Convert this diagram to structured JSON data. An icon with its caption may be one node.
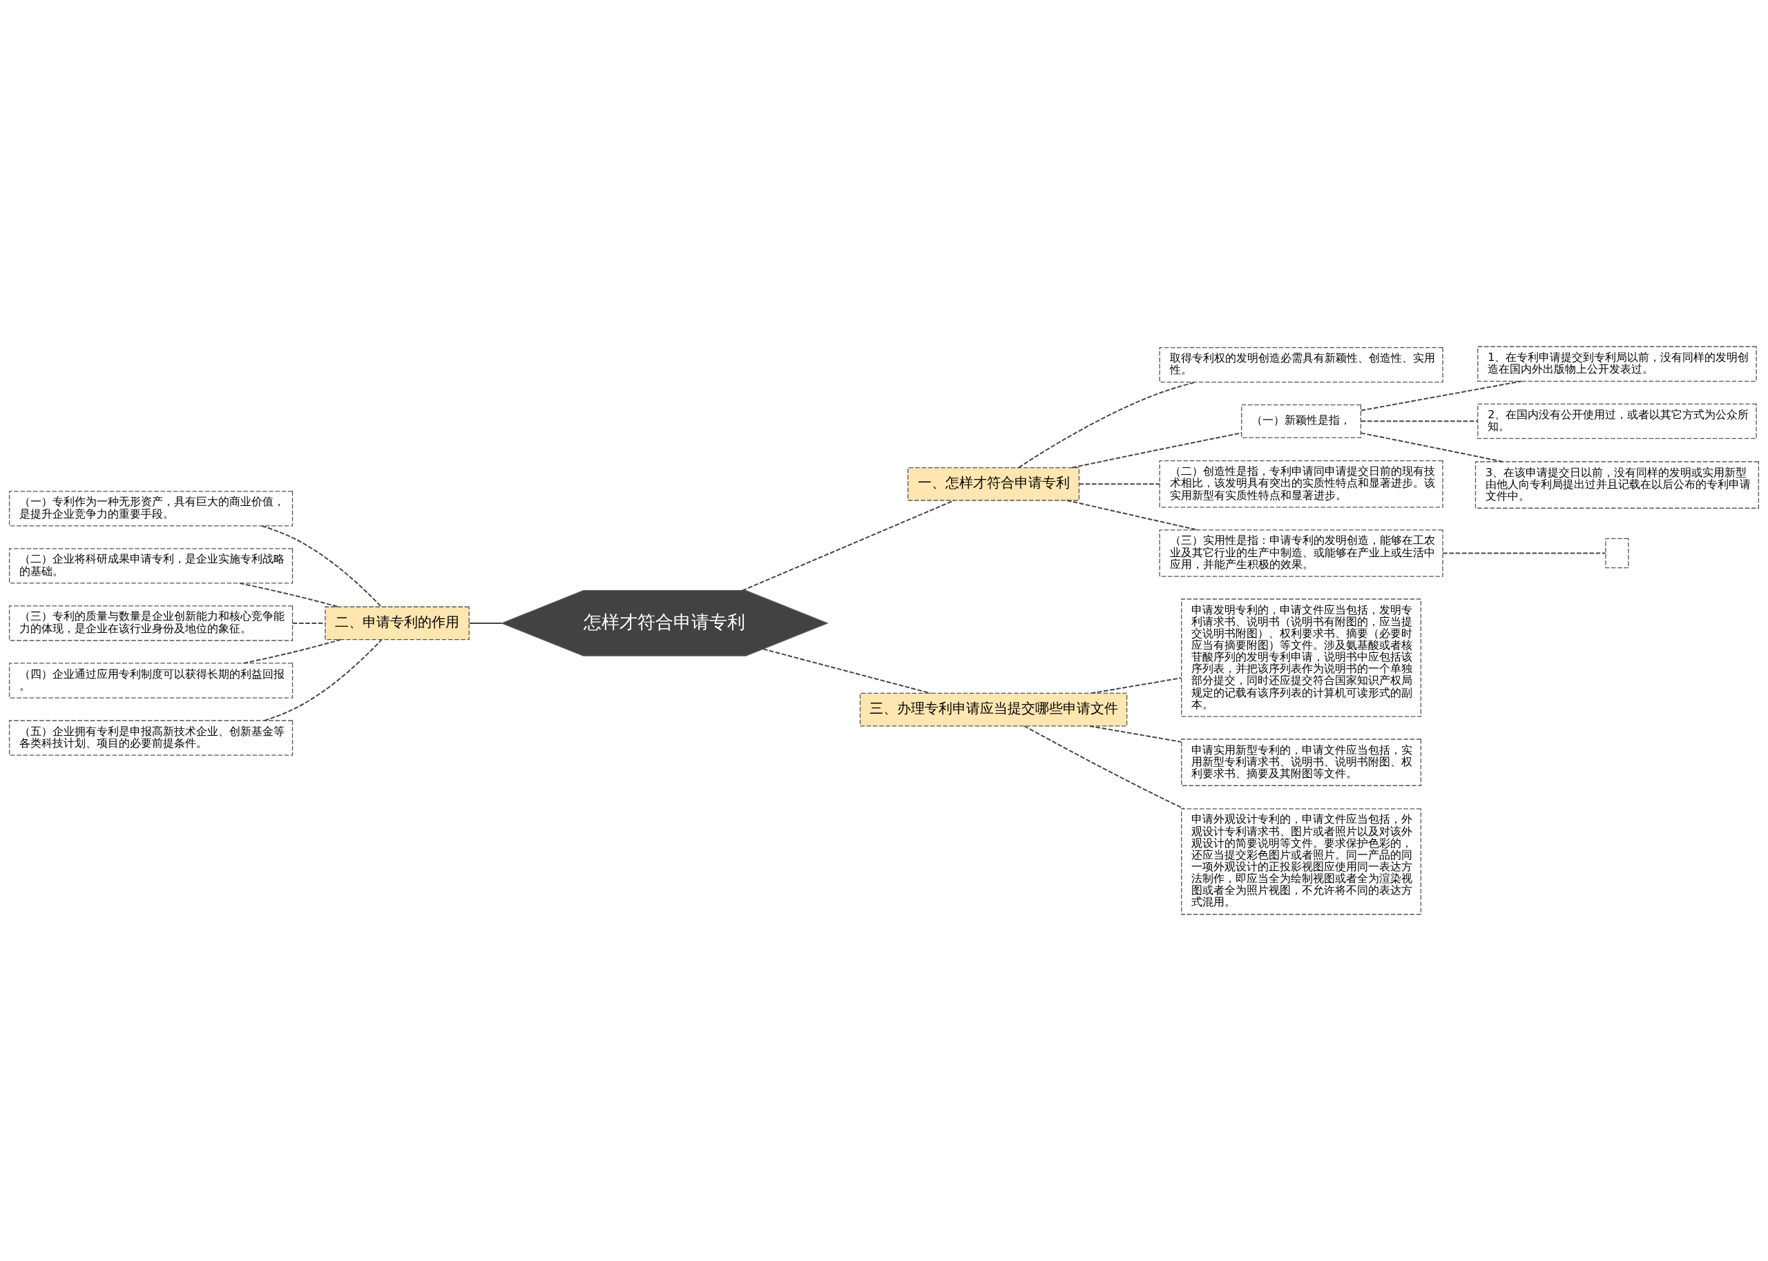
{
  "diagram": {
    "nodes": [
      {
        "text": [
          "怎样才符合申请专利"
        ]
      },
      {
        "text": [
          "一、怎样才符合申请专利"
        ]
      },
      {
        "text": [
          "取得专利权的发明创造必需具有新颖性、创造性、实用性。"
        ]
      },
      {
        "text": [
          "（一）新颖性是指，"
        ]
      },
      {
        "text": [
          "1、在专利申请提交到专利局以前，没有同样的发明创造在国内外出版物上公开发表过。"
        ]
      },
      {
        "text": [
          "2、在国内没有公开使用过，或者以其它方式为公众所知。"
        ]
      },
      {
        "text": [
          "3、在该申请提交日以前，没有同样的发明或实用新型由他人向专利局提出过并且记载在以后公布的专利申请文件中。"
        ]
      },
      {
        "text": [
          "（二）创造性是指，专利申请同申请提交日前的现有技术相比，该发明具有突出的实质性特点和显著进步。该实用新型有实质性特点和显著进步。"
        ]
      },
      {
        "text": [
          "（三）实用性是指：申请专利的发明创造，能够在工农业及其它行业的生产中制造、或能够在产业上或生活中应用，并能产生积极的效果。"
        ]
      },
      {
        "text": [],
        "shape": "box"
      },
      {
        "text": [
          "二、申请专利的作用"
        ]
      },
      {
        "text": [
          "（一）专利作为一种无形资产，具有巨大的商业价值，是提升企业竞争力的重要手段。"
        ]
      },
      {
        "text": [
          "（二）企业将科研成果申请专利，是企业实施专利战略的基础。"
        ]
      },
      {
        "text": [
          "（三）专利的质量与数量是企业创新能力和核心竞争能力的体现，是企业在该行业身份及地位的象征。"
        ]
      },
      {
        "text": [
          "（四）企业通过应用专利制度可以获得长期的利益回报。"
        ]
      },
      {
        "text": [
          "（五）企业拥有专利是申报高新技术企业、创新基金等各类科技计划、项目的必要前提条件。"
        ]
      },
      {
        "text": [
          "三、办理专利申请应当提交哪些申请文件"
        ]
      },
      {
        "text": [
          "申请发明专利的，申请文件应当包括，发明专利请求书、说明书（说明书有附图的，应当提交说明书附图）、权利要求书、摘要（必要时应当有摘要附图）等文件。涉及氨基酸或者核苷酸序列的发明专利申请，说明书中应包括该序列表，并把该序列表作为说明书的一个单独部分提交，同时还应提交符合国家知识产权局规定的记载有该序列表的计算机可读形式的副本。"
        ]
      },
      {
        "text": [
          "申请实用新型专利的，申请文件应当包括，实用新型专利请求书、说明书、说明书附图、权利要求书、摘要及其附图等文件。"
        ]
      },
      {
        "text": [
          "申请外观设计专利的，申请文件应当包括，外观设计专利请求书、图片或者照片以及对该外观设计的简要说明等文件。要求保护色彩的，还应当提交彩色图片或者照片。同一产品的同一项外观设计的正投影视图应使用同一表达方法制作，即应当全为绘制视图或者全为渲染视图或者全为照片视图，不允许将不同的表达方式混用。"
        ]
      }
    ],
    "edges": [
      {
        "from": 0,
        "to": 1,
        "arrow": "none",
        "style": "dashed"
      },
      {
        "from": 1,
        "to": 2,
        "arrow": "none",
        "style": "dashed"
      },
      {
        "from": 1,
        "to": 3,
        "arrow": "none",
        "style": "dashed"
      },
      {
        "from": 3,
        "to": 4,
        "arrow": "none",
        "style": "dashed"
      },
      {
        "from": 3,
        "to": 5,
        "arrow": "none",
        "style": "dashed"
      },
      {
        "from": 3,
        "to": 6,
        "arrow": "none",
        "style": "dashed"
      },
      {
        "from": 1,
        "to": 7,
        "arrow": "none",
        "style": "dashed"
      },
      {
        "from": 1,
        "to": 8,
        "arrow": "none",
        "style": "dashed"
      },
      {
        "from": 8,
        "to": 9,
        "arrow": "none",
        "style": "dashed"
      },
      {
        "from": 0,
        "to": 10,
        "arrow": "none"
      },
      {
        "from": 10,
        "to": 11,
        "arrow": "none",
        "style": "dashed"
      },
      {
        "from": 10,
        "to": 12,
        "arrow": "none",
        "style": "dashed"
      },
      {
        "from": 10,
        "to": 13,
        "arrow": "none",
        "style": "dashed"
      },
      {
        "from": 10,
        "to": 14,
        "arrow": "none",
        "style": "dashed"
      },
      {
        "from": 10,
        "to": 15,
        "arrow": "none",
        "style": "dashed"
      },
      {
        "from": 0,
        "to": 16,
        "arrow": "none",
        "style": "dashed"
      },
      {
        "from": 16,
        "to": 17,
        "arrow": "none",
        "style": "dashed"
      },
      {
        "from": 16,
        "to": 18,
        "arrow": "none",
        "style": "dashed"
      },
      {
        "from": 16,
        "to": 19,
        "arrow": "none",
        "style": "dashed"
      }
    ]
  }
}
